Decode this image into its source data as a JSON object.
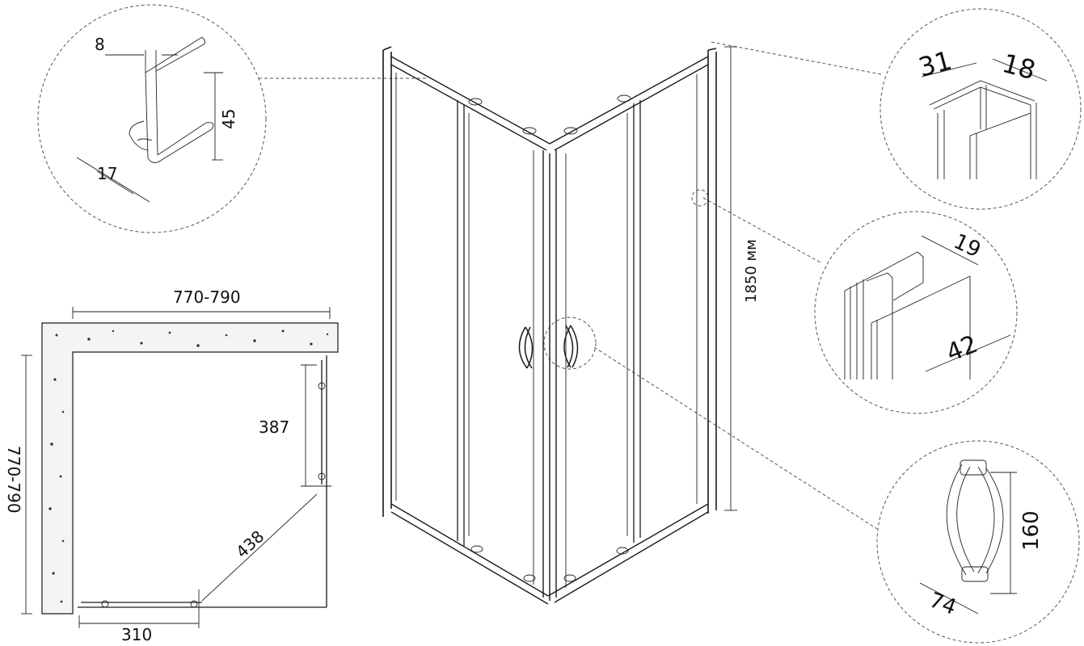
{
  "colors": {
    "line": "#1a1a1a",
    "background": "#ffffff",
    "wall_fill": "#f4f4f4",
    "speckle": "#333333"
  },
  "dimensions": {
    "seal_width": "8",
    "seal_height": "45",
    "seal_depth": "17",
    "profile_a": "31",
    "profile_b": "18",
    "height": "1850 мм",
    "post_a": "19",
    "post_b": "42",
    "handle_height": "160",
    "handle_depth": "74",
    "width_top": "770-790",
    "width_side": "770-790",
    "door_opening_side": "387",
    "diagonal_entry": "438",
    "door_opening_bottom": "310"
  }
}
